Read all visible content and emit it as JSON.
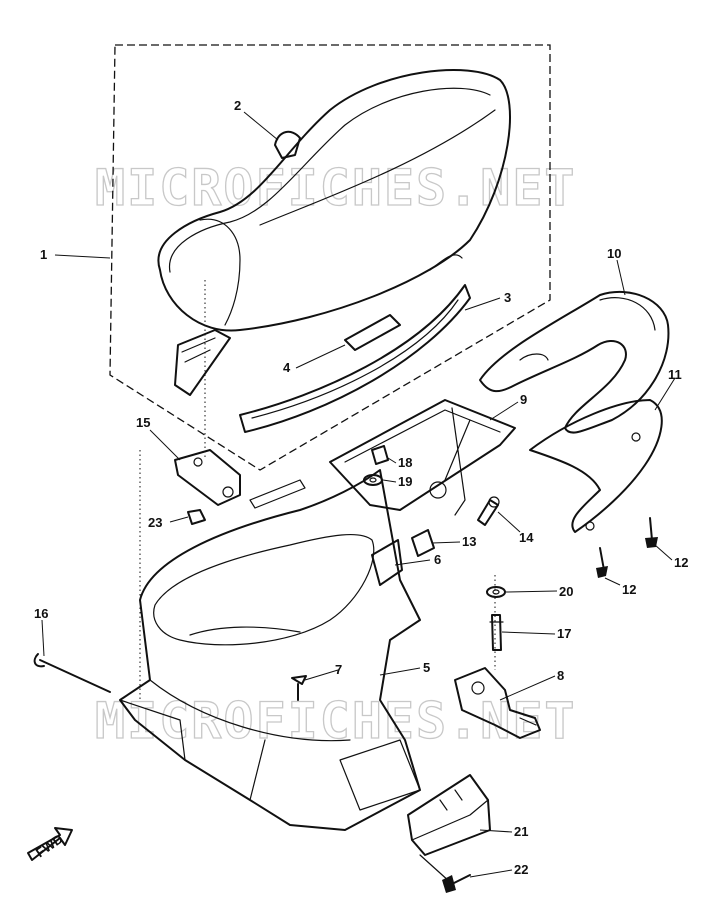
{
  "watermark": "MICROFICHES.NET",
  "direction_label": "FWD",
  "callouts": {
    "c1": "1",
    "c2": "2",
    "c3": "3",
    "c4": "4",
    "c5": "5",
    "c6": "6",
    "c7": "7",
    "c8": "8",
    "c9": "9",
    "c10": "10",
    "c11": "11",
    "c12a": "12",
    "c12b": "12",
    "c13": "13",
    "c14": "14",
    "c15": "15",
    "c16": "16",
    "c17": "17",
    "c18": "18",
    "c19": "19",
    "c20": "20",
    "c21": "21",
    "c22": "22",
    "c23": "23"
  }
}
